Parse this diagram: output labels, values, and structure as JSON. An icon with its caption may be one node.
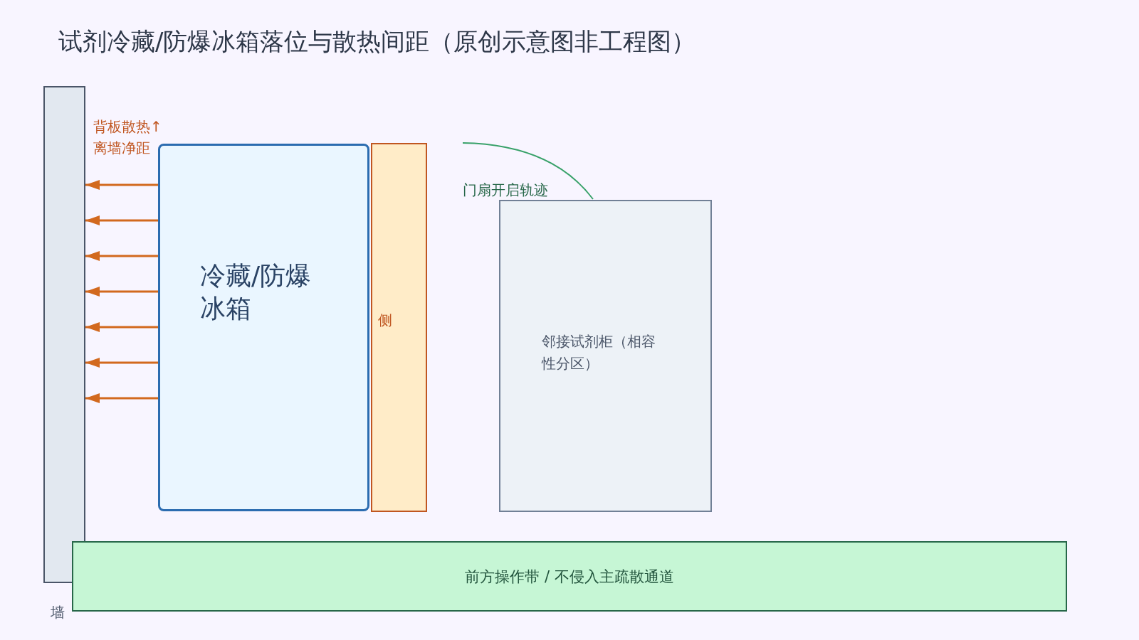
{
  "diagram": {
    "title": "试剂冷藏/防爆冰箱落位与散热间距（原创示意图非工程图）",
    "nodes": [
      {
        "text": [
          "墙"
        ]
      },
      {
        "text": [
          "冷藏/防爆冰箱"
        ]
      },
      {
        "text": [
          "侧"
        ]
      },
      {
        "text": [
          "邻接试剂柜（相容性分区）"
        ]
      },
      {
        "text": [
          "前方操作带 / 不侵入主疏散通道"
        ]
      }
    ],
    "edges": [
      {
        "from": 1,
        "to": 0,
        "arrow": "to"
      },
      {
        "from": 1,
        "to": 0,
        "arrow": "to"
      },
      {
        "from": 1,
        "to": 0,
        "arrow": "to"
      },
      {
        "from": 1,
        "to": 0,
        "arrow": "to"
      },
      {
        "from": 1,
        "to": 0,
        "arrow": "to"
      },
      {
        "from": 1,
        "to": 0,
        "arrow": "to"
      },
      {
        "from": 1,
        "to": 0,
        "arrow": "to"
      }
    ],
    "labels": [
      "背板散热↑离墙净距",
      "门扇开启轨迹"
    ]
  }
}
